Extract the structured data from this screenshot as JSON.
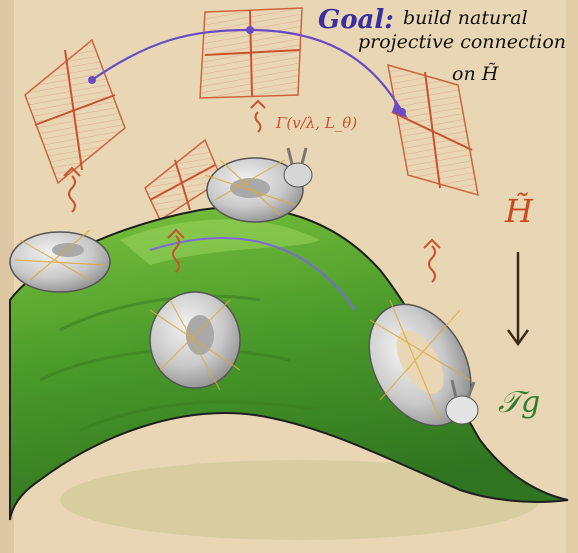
{
  "goal": {
    "label": "Goal:",
    "line1": "build natural",
    "line2": "projective connection",
    "line3": "on H̃"
  },
  "annotations": {
    "lift": "Γ(v/λ, L_θ)",
    "bundle_top": "H̃",
    "bundle_base": "𝒯g",
    "arrow": "↓"
  },
  "colors": {
    "paper": "#e9d6b4",
    "leaf": "#4a9a2a",
    "goal_text": "#3a2fa0",
    "plane_stroke": "#c8532e",
    "curve": "#6a4bc4",
    "bundle_text": "#c84a1e",
    "base_text": "#2e7d32"
  },
  "icons": [
    "torus-bunny-icon",
    "tangent-plane-icon",
    "squiggle-arrow-icon"
  ]
}
